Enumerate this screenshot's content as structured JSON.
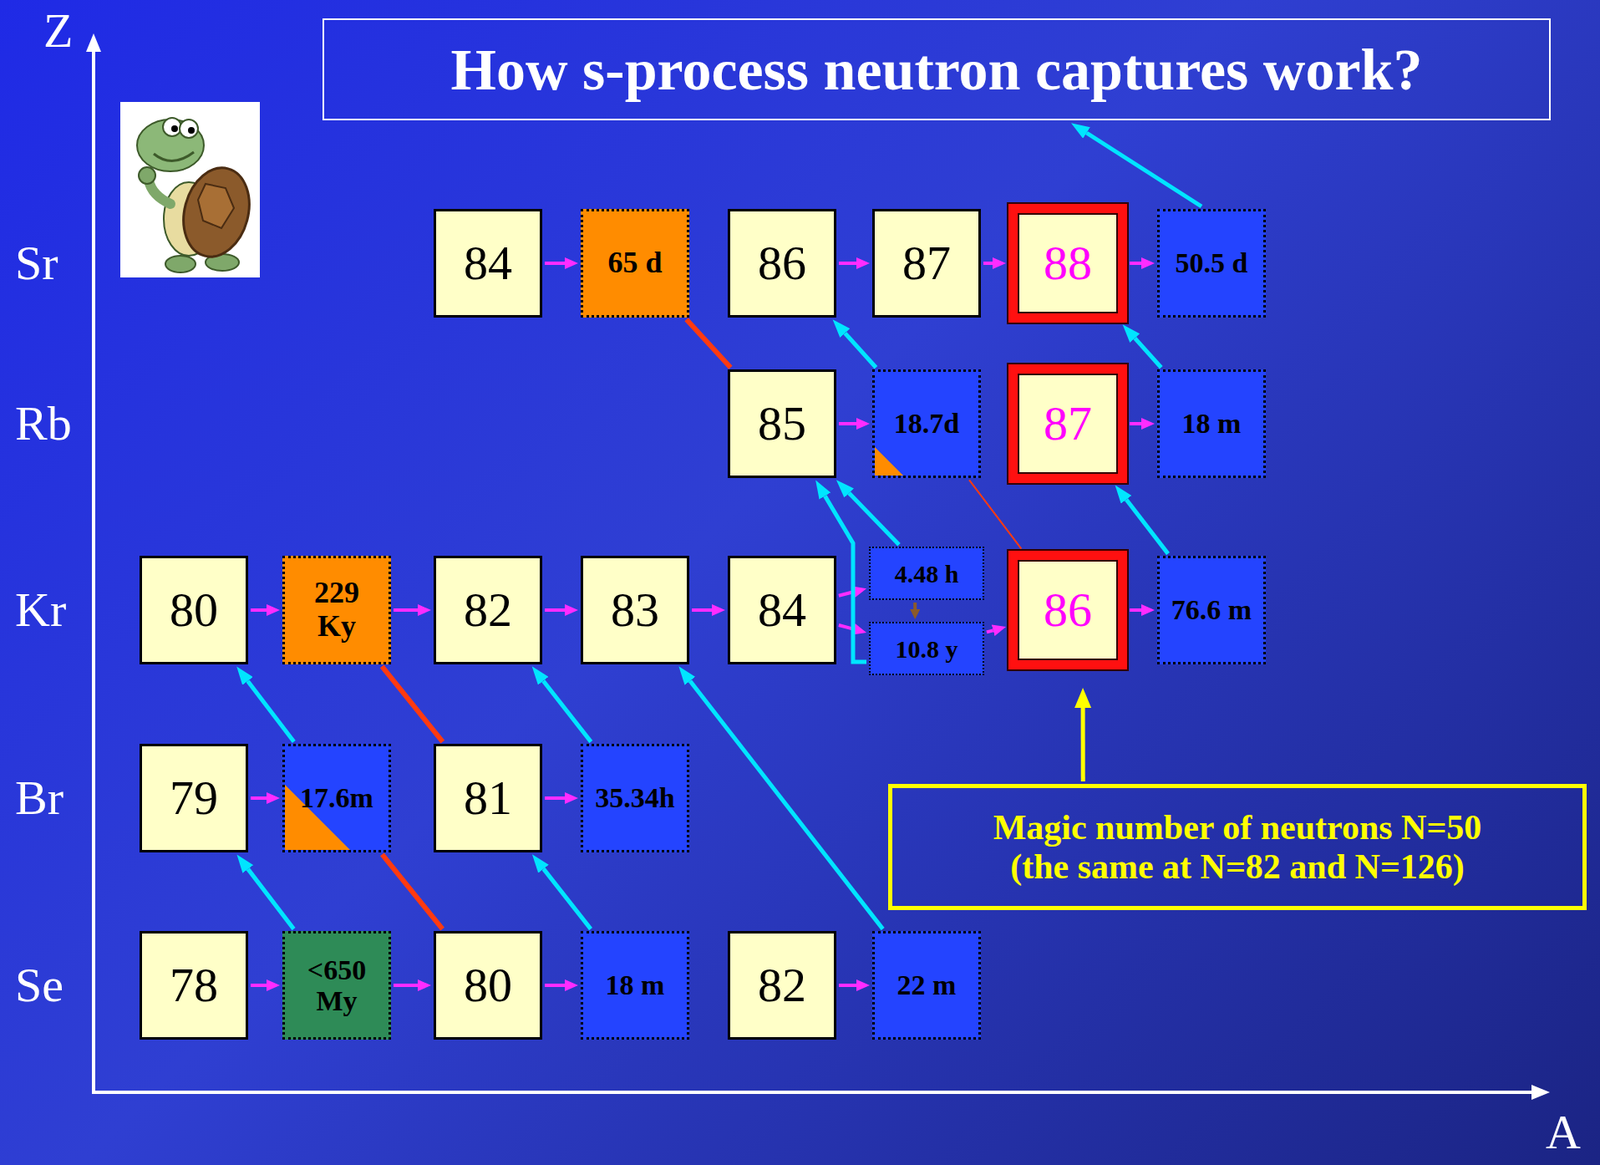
{
  "diagram": {
    "title": "How s-process neutron captures work?",
    "nodes": [
      {
        "text": [
          "84"
        ]
      },
      {
        "text": [
          "65 d"
        ]
      },
      {
        "text": [
          "86"
        ]
      },
      {
        "text": [
          "87"
        ]
      },
      {
        "text": [
          "88"
        ]
      },
      {
        "text": [
          "50.5 d"
        ]
      },
      {
        "text": [
          "85"
        ]
      },
      {
        "text": [
          "18.7d"
        ]
      },
      {
        "text": [
          "87"
        ]
      },
      {
        "text": [
          "18 m"
        ]
      },
      {
        "text": [
          "80"
        ]
      },
      {
        "text": [
          "229 Ky"
        ]
      },
      {
        "text": [
          "82"
        ]
      },
      {
        "text": [
          "83"
        ]
      },
      {
        "text": [
          "84"
        ]
      },
      {
        "text": [
          "4.48 h"
        ]
      },
      {
        "text": [
          "10.8 y"
        ]
      },
      {
        "text": [
          "86"
        ]
      },
      {
        "text": [
          "76.6 m"
        ]
      },
      {
        "text": [
          "79"
        ]
      },
      {
        "text": [
          "17.6m"
        ]
      },
      {
        "text": [
          "81"
        ]
      },
      {
        "text": [
          "35.34h"
        ]
      },
      {
        "text": [
          "78"
        ]
      },
      {
        "text": [
          "<650 My"
        ]
      },
      {
        "text": [
          "80"
        ]
      },
      {
        "text": [
          "18 m"
        ]
      },
      {
        "text": [
          "82"
        ]
      },
      {
        "text": [
          "22 m"
        ]
      },
      {
        "text": [
          "Magic number of neutrons N=50",
          "(the same at N=82 and N=126)"
        ]
      }
    ],
    "edges": [
      {
        "from": 0,
        "to": 1,
        "arrow": "to"
      },
      {
        "from": 2,
        "to": 3,
        "arrow": "to"
      },
      {
        "from": 3,
        "to": 4,
        "arrow": "to"
      },
      {
        "from": 4,
        "to": 5,
        "arrow": "to"
      },
      {
        "from": 6,
        "to": 7,
        "arrow": "to"
      },
      {
        "from": 8,
        "to": 9,
        "arrow": "to"
      },
      {
        "from": 10,
        "to": 11,
        "arrow": "to"
      },
      {
        "from": 11,
        "to": 12,
        "arrow": "to"
      },
      {
        "from": 12,
        "to": 13,
        "arrow": "to"
      },
      {
        "from": 13,
        "to": 14,
        "arrow": "to"
      },
      {
        "from": 14,
        "to": 15,
        "arrow": "to"
      },
      {
        "from": 14,
        "to": 16,
        "arrow": "to"
      },
      {
        "from": 16,
        "to": 17,
        "arrow": "to"
      },
      {
        "from": 17,
        "to": 18,
        "arrow": "to"
      },
      {
        "from": 19,
        "to": 20,
        "arrow": "to"
      },
      {
        "from": 21,
        "to": 22,
        "arrow": "to"
      },
      {
        "from": 23,
        "to": 24,
        "arrow": "to"
      },
      {
        "from": 24,
        "to": 25,
        "arrow": "to"
      },
      {
        "from": 25,
        "to": 26,
        "arrow": "to"
      },
      {
        "from": 27,
        "to": 28,
        "arrow": "to"
      },
      {
        "from": 9,
        "to": 4,
        "arrow": "to"
      },
      {
        "from": 7,
        "to": 2,
        "arrow": "to"
      },
      {
        "from": 18,
        "to": 8,
        "arrow": "to"
      },
      {
        "from": 15,
        "to": 6,
        "arrow": "to"
      },
      {
        "from": 16,
        "to": 6,
        "arrow": "to"
      },
      {
        "from": 22,
        "to": 12,
        "arrow": "to"
      },
      {
        "from": 20,
        "to": 10,
        "arrow": "to"
      },
      {
        "from": 24,
        "to": 19,
        "arrow": "to"
      },
      {
        "from": 26,
        "to": 21,
        "arrow": "to"
      },
      {
        "from": 28,
        "to": 13,
        "arrow": "to"
      },
      {
        "from": 1,
        "to": 6,
        "arrow": "none"
      },
      {
        "from": 7,
        "to": 17,
        "arrow": "none"
      },
      {
        "from": 11,
        "to": 21,
        "arrow": "none"
      },
      {
        "from": 20,
        "to": 25,
        "arrow": "none"
      },
      {
        "from": 15,
        "to": 16,
        "arrow": "to"
      },
      {
        "from": 29,
        "to": 17,
        "arrow": "to"
      }
    ],
    "labels": [
      "Z",
      "Sr",
      "Rb",
      "Kr",
      "Br",
      "Se",
      "A"
    ]
  }
}
